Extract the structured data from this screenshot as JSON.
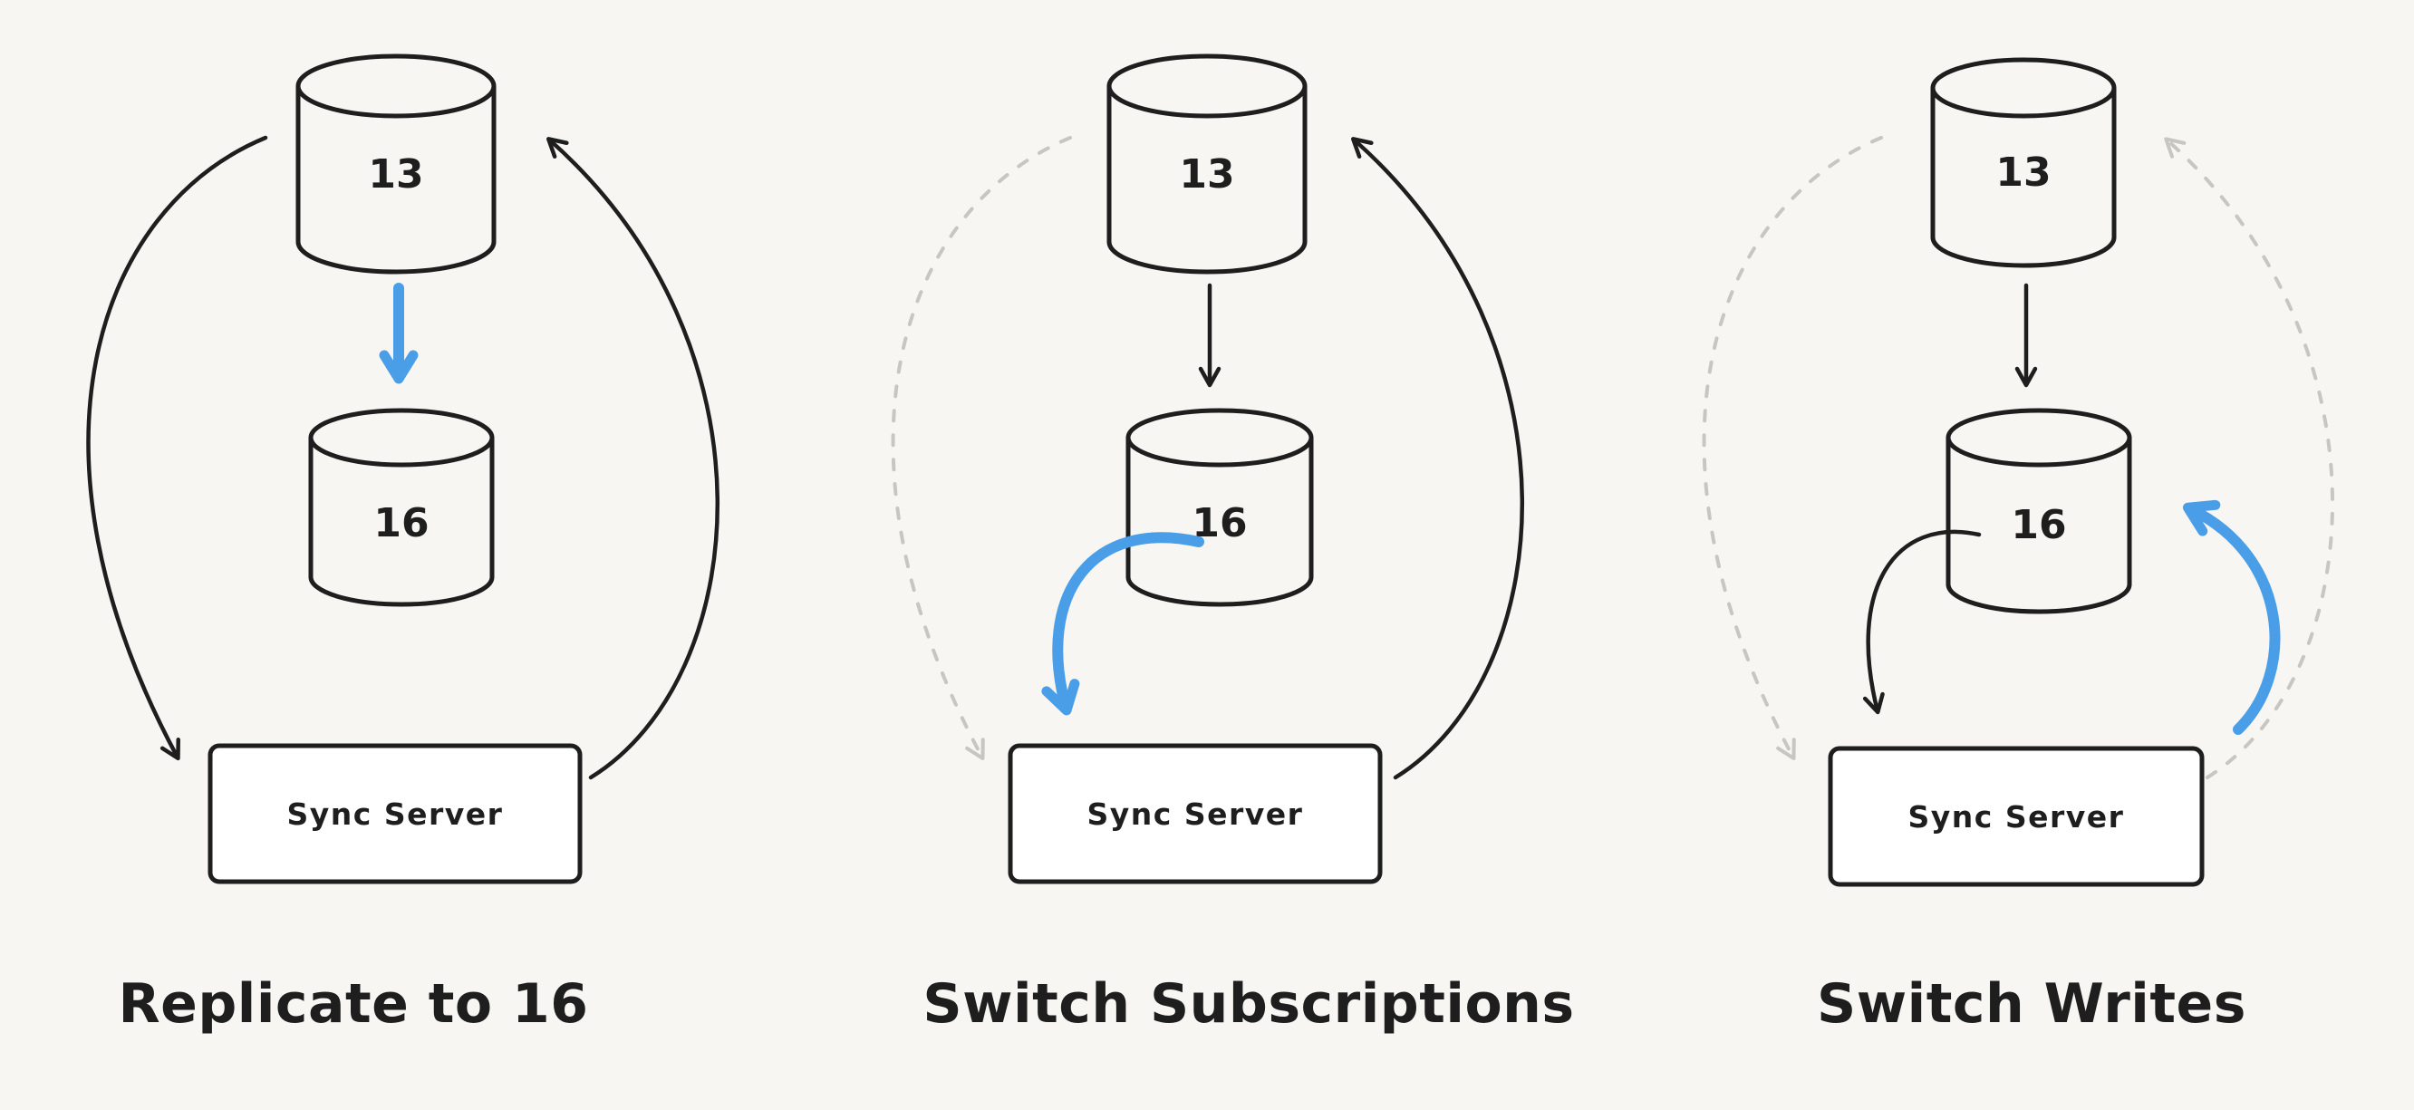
{
  "background": "#f7f6f3",
  "colors": {
    "stroke": "#1e1e1e",
    "accent": "#4a9ee8",
    "inactive": "#c7c6c3",
    "server_box_fill": "#ffffff"
  },
  "panels": [
    {
      "title": "Replicate to 16",
      "db_top_label": "13",
      "db_bottom_label": "16",
      "server_label": "Sync Server"
    },
    {
      "title": "Switch Subscriptions",
      "db_top_label": "13",
      "db_bottom_label": "16",
      "server_label": "Sync Server"
    },
    {
      "title": "Switch Writes",
      "db_top_label": "13",
      "db_bottom_label": "16",
      "server_label": "Sync Server"
    }
  ]
}
